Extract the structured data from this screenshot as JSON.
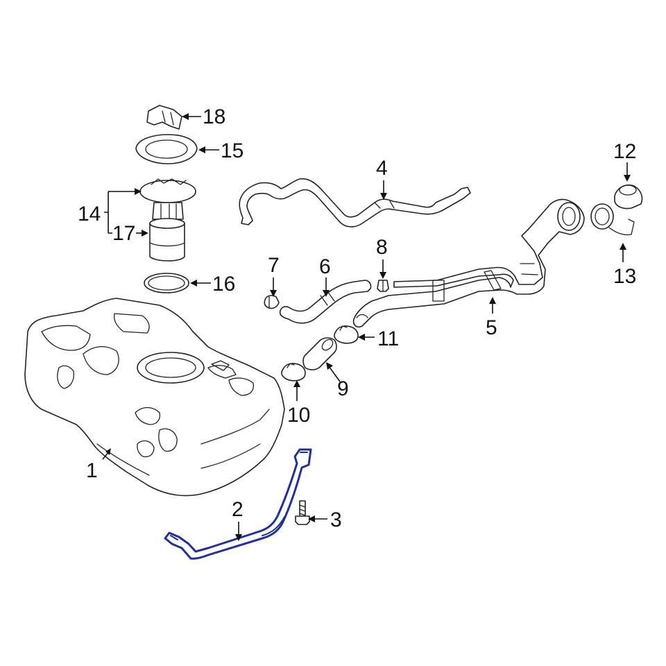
{
  "callouts": {
    "c1": "1",
    "c2": "2",
    "c3": "3",
    "c4": "4",
    "c5": "5",
    "c6": "6",
    "c7": "7",
    "c8": "8",
    "c9": "9",
    "c10": "10",
    "c11": "11",
    "c12": "12",
    "c13": "13",
    "c14": "14",
    "c15": "15",
    "c16": "16",
    "c17": "17",
    "c18": "18"
  },
  "colors": {
    "line": "#222222",
    "highlight": "#1f2f9e",
    "background": "#ffffff"
  }
}
